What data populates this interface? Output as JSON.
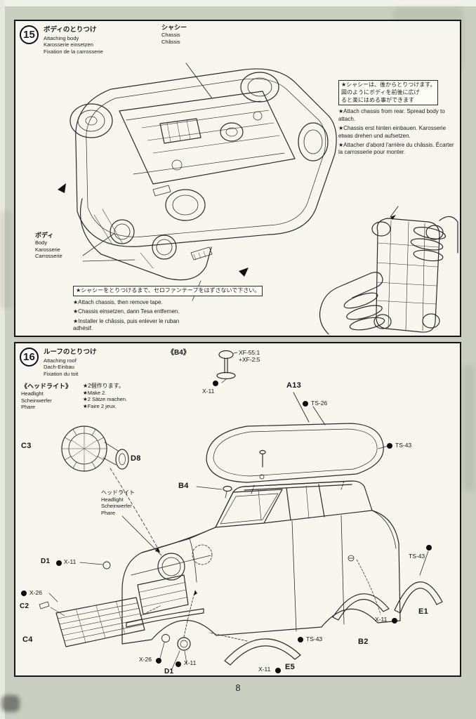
{
  "page": {
    "number": "8"
  },
  "step15": {
    "number": "15",
    "title": {
      "ja": "ボディのとりつけ",
      "en": "Attaching body",
      "de": "Karosserie einsetzen",
      "fr": "Fixation de la carrosserie"
    },
    "chassis_label": {
      "ja": "シャシー",
      "en": "Chassis",
      "fr": "Châssis"
    },
    "body_label": {
      "ja": "ボディ",
      "en": "Body",
      "de": "Karosserie",
      "fr": "Carrosserie"
    },
    "note_attach": {
      "ja1": "★シャシーは、後からとりつけます。",
      "ja2": "図のようにボディを前後に広げ",
      "ja3": "ると楽にはめる事ができます",
      "en": "★Attach chassis from rear. Spread body to attach.",
      "de": "★Chassis erst hinten einbauen. Karosserie etwas drehen und aufsetzen.",
      "fr": "★Attacher d'abord l'arrière du châssis. Écarter la carrosserie pour monter."
    },
    "note_tape": {
      "ja": "★シャシーをとりつけるまで、セロファンテープをはずさないで下さい。",
      "en": "★Attach chassis, then remove tape.",
      "de": "★Chassis einsetzen, dann Tesa entfernen.",
      "fr": "★Installer le châssis, puis enlever le ruban adhésif."
    }
  },
  "step16": {
    "number": "16",
    "title": {
      "ja": "ルーフのとりつけ",
      "en": "Attaching roof",
      "de": "Dach-Einbau",
      "fr": "Fixation du toit"
    },
    "headlight_header": {
      "ja": "《ヘッドライト》",
      "en": "Headlight",
      "de": "Scheinwerfer",
      "fr": "Phare"
    },
    "make_two": {
      "ja": "★2個作ります。",
      "en": "★Make 2.",
      "de": "★2 Sätze machen.",
      "fr": "★Faire 2 jeux."
    },
    "mirror": {
      "label": "《B4》",
      "paint1": "XF-55:1",
      "paint2": "+XF-2:5",
      "paint_code": "X-11"
    },
    "headlight_callout": {
      "ja": "ヘッドライト",
      "en": "Headlight",
      "de": "Scheinwerfer",
      "fr": "Phare"
    },
    "parts": {
      "a13": "A13",
      "ts26": "TS-26",
      "ts43_roof": "TS-43",
      "b4": "B4",
      "c3": "C3",
      "d8": "D8",
      "d1_left": "D1",
      "x11_left": "X-11",
      "x26_left": "X-26",
      "c2": "C2",
      "c4": "C4",
      "x26_bottom": "X-26",
      "d1_bottom": "D1",
      "x11_bottom": "X-11",
      "x11_e5": "X-11",
      "e5": "E5",
      "ts43_mid": "TS-43",
      "b2": "B2",
      "x11_right": "X-11",
      "e1": "E1",
      "ts43_right": "TS-43"
    }
  }
}
